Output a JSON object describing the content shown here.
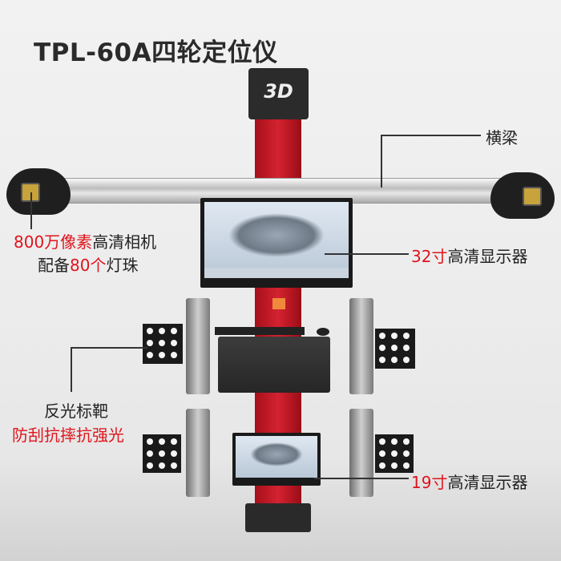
{
  "title": "TPL-60A四轮定位仪",
  "machine_badge": "3D",
  "callouts": {
    "beam": "横梁",
    "camera_line1_red": "800万像素",
    "camera_line1_rest": "高清相机",
    "camera_line2_a": "配备",
    "camera_line2_red": "80个",
    "camera_line2_b": "灯珠",
    "monitor32_red": "32寸",
    "monitor32_rest": "高清显示器",
    "target_line1": "反光标靶",
    "target_line2_red": "防刮抗摔抗强光",
    "monitor19_red": "19寸",
    "monitor19_rest": "高清显示器"
  },
  "colors": {
    "accent_red": "#e0141d",
    "column_red": "#c81d2b",
    "text_dark": "#222222"
  }
}
